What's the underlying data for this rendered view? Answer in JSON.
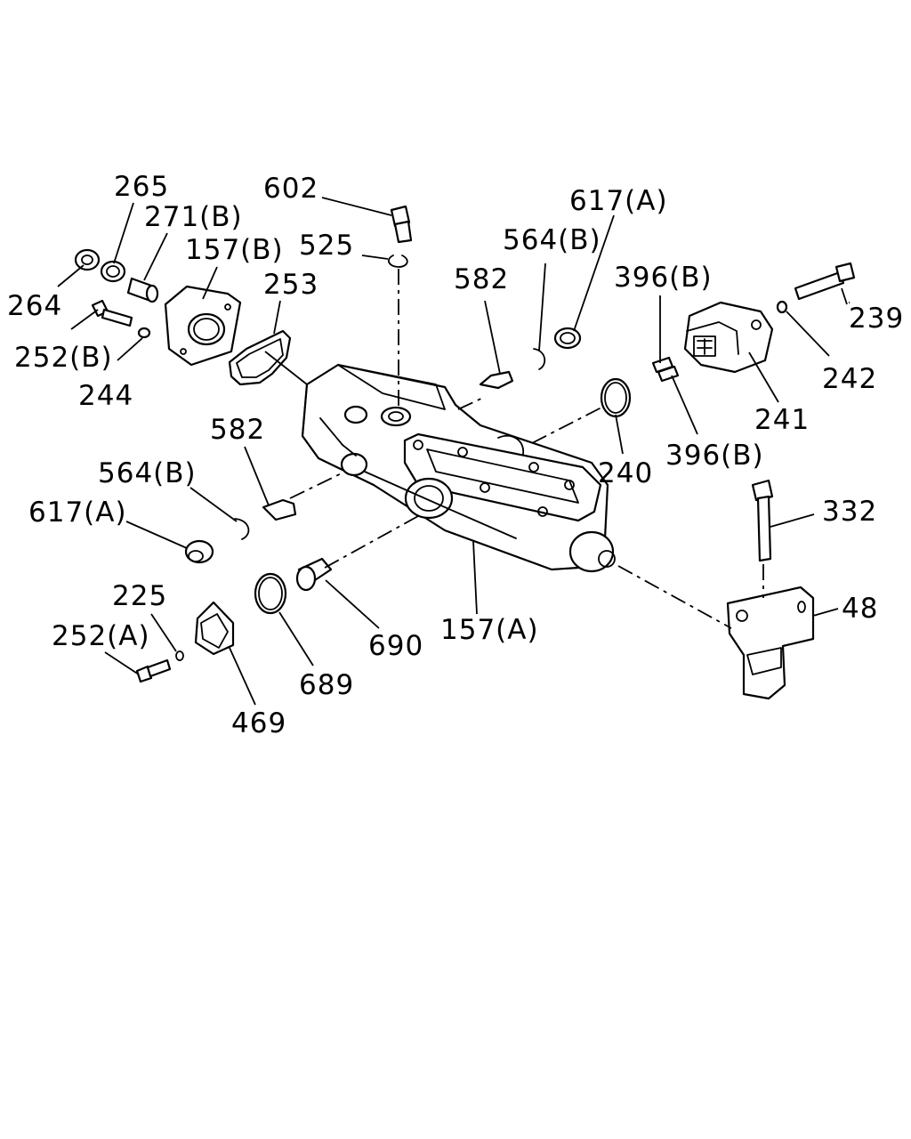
{
  "diagram": {
    "labels": {
      "l265": "265",
      "l271b": "271(B)",
      "l157b": "157(B)",
      "l264": "264",
      "l252b": "252(B)",
      "l244": "244",
      "l253": "253",
      "l602": "602",
      "l525": "525",
      "l582top": "582",
      "l564btop": "564(B)",
      "l617atop": "617(A)",
      "l396b1": "396(B)",
      "l239": "239",
      "l242": "242",
      "l241": "241",
      "l396b2": "396(B)",
      "l240": "240",
      "l582mid": "582",
      "l564bmid": "564(B)",
      "l617amid": "617(A)",
      "l332": "332",
      "l48": "48",
      "l157a": "157(A)",
      "l225": "225",
      "l252a": "252(A)",
      "l690": "690",
      "l689": "689",
      "l469": "469"
    }
  }
}
